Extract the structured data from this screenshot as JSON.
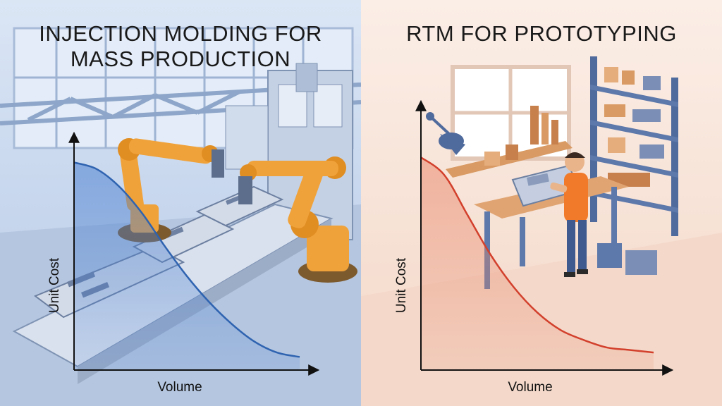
{
  "chart_data": [
    {
      "type": "line",
      "title": "INJECTION MOLDING FOR MASS PRODUCTION",
      "title_lines": [
        "INJECTION MOLDING FOR",
        "MASS PRODUCTION"
      ],
      "xlabel": "Volume",
      "ylabel": "Unit Cost",
      "xlim": [
        0,
        1
      ],
      "ylim": [
        0,
        1
      ],
      "grid": false,
      "legend": "none",
      "series": [
        {
          "color": "#2f63b0",
          "fill": "#4a7fd0",
          "x": [
            0,
            0.1,
            0.2,
            0.3,
            0.4,
            0.5,
            0.6,
            0.7,
            0.8,
            0.9,
            1.0
          ],
          "y": [
            0.95,
            0.92,
            0.84,
            0.72,
            0.57,
            0.43,
            0.31,
            0.21,
            0.13,
            0.08,
            0.06
          ]
        }
      ]
    },
    {
      "type": "line",
      "title": "RTM FOR PROTOTYPING",
      "title_lines": [
        "RTM FOR PROTOTYPING"
      ],
      "xlabel": "Volume",
      "ylabel": "Unit Cost",
      "xlim": [
        0,
        1
      ],
      "ylim": [
        0,
        1
      ],
      "grid": false,
      "legend": "none",
      "series": [
        {
          "color": "#d2402c",
          "fill": "#e9876a",
          "x": [
            0,
            0.1,
            0.2,
            0.3,
            0.4,
            0.5,
            0.6,
            0.7,
            0.8,
            0.9,
            1.0
          ],
          "y": [
            0.85,
            0.78,
            0.62,
            0.46,
            0.33,
            0.23,
            0.16,
            0.12,
            0.09,
            0.08,
            0.07
          ]
        }
      ]
    }
  ],
  "colors": {
    "left_background": "#c9d8ee",
    "right_background": "#f7e2d6",
    "robot_orange": "#f0a23a",
    "worker_shirt": "#f07a2a",
    "axis": "#111111"
  },
  "icons": [
    "robot-arm-icon",
    "conveyor-icon",
    "workshop-shelf-icon",
    "worker-icon",
    "desk-lamp-icon"
  ]
}
